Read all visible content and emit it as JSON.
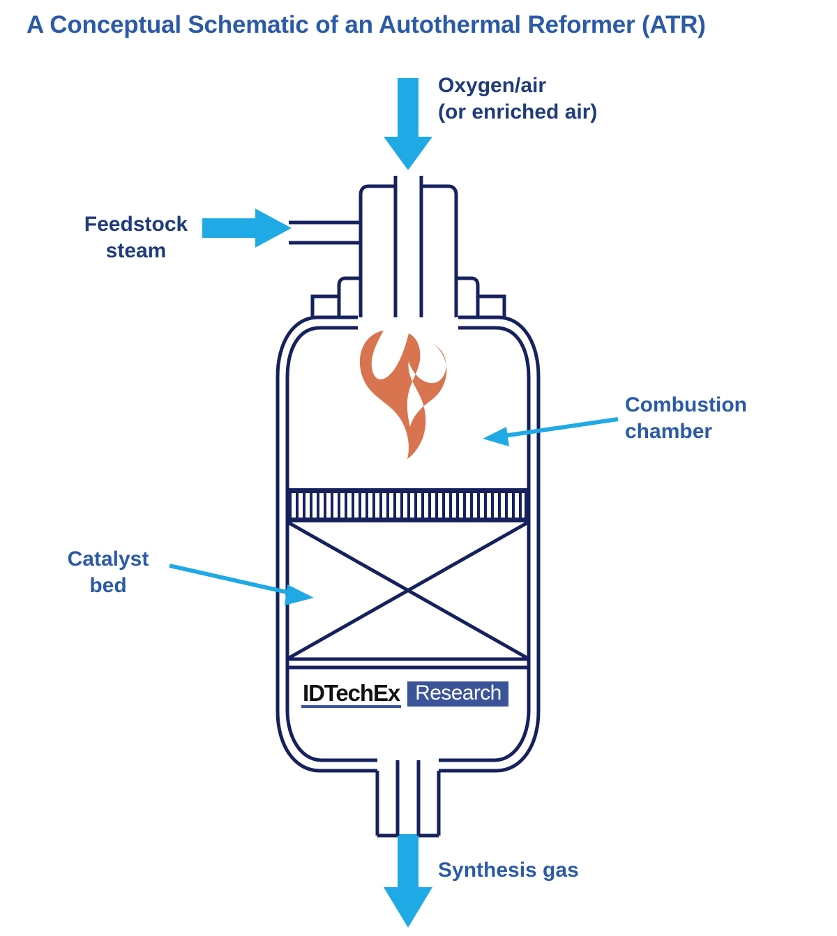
{
  "title": "A Conceptual Schematic of an Autothermal Reformer (ATR)",
  "labels": {
    "oxygen": "Oxygen/air\n(or enriched air)",
    "feedstock": "Feedstock\nsteam",
    "combustion": "Combustion\nchamber",
    "catalyst": "Catalyst\nbed",
    "syngas": "Synthesis gas"
  },
  "logo": {
    "wordmark": "IDTechEx",
    "badge": "Research"
  },
  "colors": {
    "title_blue": "#2b5aa7",
    "label_navy": "#1f3b7c",
    "label_blue": "#2b5aa7",
    "outline_navy": "#17215e",
    "arrow_cyan": "#1fa9e5",
    "flame_coral": "#d97450",
    "logo_badge": "#3b5499",
    "background": "#ffffff"
  },
  "diagram": {
    "type": "process-schematic",
    "equipment": "Autothermal Reformer vessel",
    "flows": [
      {
        "name": "Oxygen/air (or enriched air)",
        "direction": "down",
        "entry": "top center nozzle"
      },
      {
        "name": "Feedstock steam",
        "direction": "right",
        "entry": "upper side nozzle"
      },
      {
        "name": "Synthesis gas",
        "direction": "down",
        "entry": "bottom outlet nozzle"
      }
    ],
    "internals": [
      {
        "name": "Combustion chamber",
        "location": "upper dome section",
        "marker": "flame-icon"
      },
      {
        "name": "Catalyst bed",
        "location": "lower cylindrical section",
        "marker": "cross-hatched grid and X"
      }
    ]
  },
  "chart_data": {
    "type": "table",
    "title": "A Conceptual Schematic of an Autothermal Reformer (ATR)",
    "categories": [
      "Oxygen/air (or enriched air)",
      "Feedstock steam",
      "Combustion chamber",
      "Catalyst bed",
      "Synthesis gas"
    ],
    "values": [
      "inlet-top",
      "inlet-side",
      "zone-upper",
      "zone-lower",
      "outlet-bottom"
    ],
    "xlabel": "",
    "ylabel": "",
    "annotations": [
      "Oxygen/air (or enriched air)",
      "Feedstock steam",
      "Combustion chamber",
      "Catalyst bed",
      "Synthesis gas"
    ]
  }
}
